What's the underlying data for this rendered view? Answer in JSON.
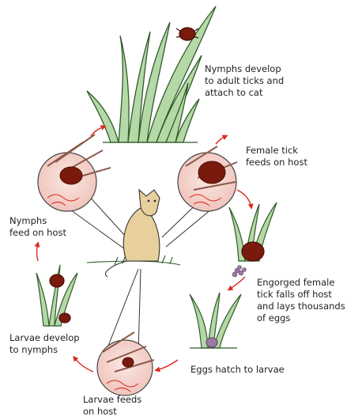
{
  "stages": {
    "adult": "Nymphs develop\nto adult ticks and\nattach to cat",
    "female_feeds": "Female tick\nfeeds on host",
    "engorged": "Engorged female\ntick falls off host\nand lays thousands\nof eggs",
    "eggs_hatch": "Eggs hatch to larvae",
    "larvae_feeds": "Larvae feeds\non host",
    "larvae_develop": "Larvae develop\nto nymphs",
    "nymphs_feed": "Nymphs\nfeed on host"
  },
  "colors": {
    "grass_fill": "#b5d9a6",
    "grass_stroke": "#2f5a2a",
    "tick": "#7a1a0c",
    "arrow": "#d9291c",
    "skin": "#f6d7d2",
    "cat": "#e8cf9c"
  }
}
